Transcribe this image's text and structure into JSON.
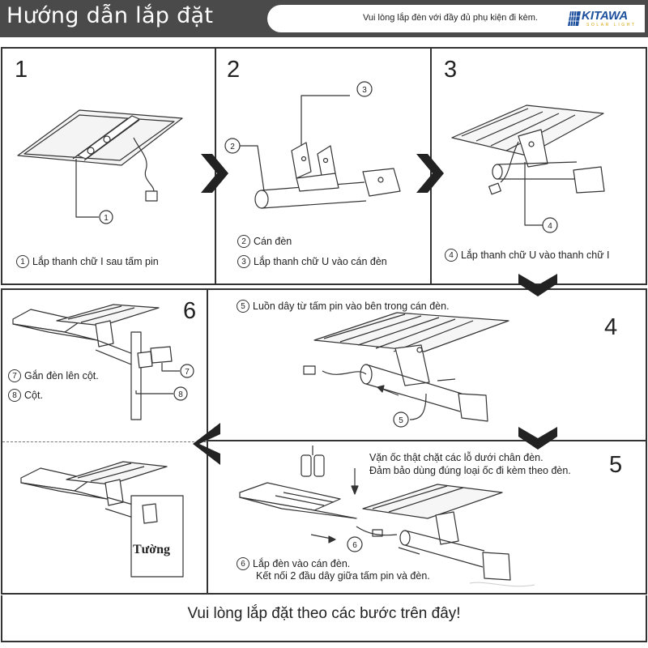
{
  "header": {
    "title": "Hướng dẫn lắp đặt",
    "note": "Vui lòng lắp đèn với đầy đủ phụ kiện đi kèm.",
    "brand_name": "KITAWA",
    "brand_sub": "SOLAR LIGHT"
  },
  "steps": {
    "s1": {
      "num": "1",
      "c1_mark": "1",
      "c1_text": "Lắp thanh chữ I sau tấm pin",
      "callout": "1"
    },
    "s2": {
      "num": "2",
      "c2_mark": "2",
      "c2_text": "Cán đèn",
      "c3_mark": "3",
      "c3_text": "Lắp thanh chữ U vào cán đèn",
      "callout2": "2",
      "callout3": "3"
    },
    "s3": {
      "num": "3",
      "c4_mark": "4",
      "c4_text": "Lắp thanh chữ U vào thanh chữ I",
      "callout": "4"
    },
    "s4": {
      "num": "4",
      "c5_mark": "5",
      "c5_text": "Luồn dây từ tấm pin vào bên trong cán đèn.",
      "callout": "5"
    },
    "s5": {
      "num": "5",
      "line1": "Vặn ốc thật chặt các lỗ dưới chân đèn.",
      "line2": "Đảm bảo dùng đúng loại ốc đi kèm theo đèn.",
      "c6_mark": "6",
      "c6_text": "Lắp đèn vào cán đèn.",
      "c6_text2": "Kết nối 2 đầu dây giữa tấm pin và đèn.",
      "callout": "6"
    },
    "s6": {
      "num": "6",
      "c7_mark": "7",
      "c7_text": "Gắn đèn lên cột.",
      "c8_mark": "8",
      "c8_text": "Cột.",
      "callout7": "7",
      "callout8": "8",
      "wall": "Tường"
    }
  },
  "footer": {
    "text": "Vui lòng lắp đặt theo các bước trên đây!"
  },
  "colors": {
    "header_bg": "#4a4a4a",
    "brand_blue": "#1c4f9c",
    "brand_gold": "#d8a300",
    "line": "#333333"
  }
}
